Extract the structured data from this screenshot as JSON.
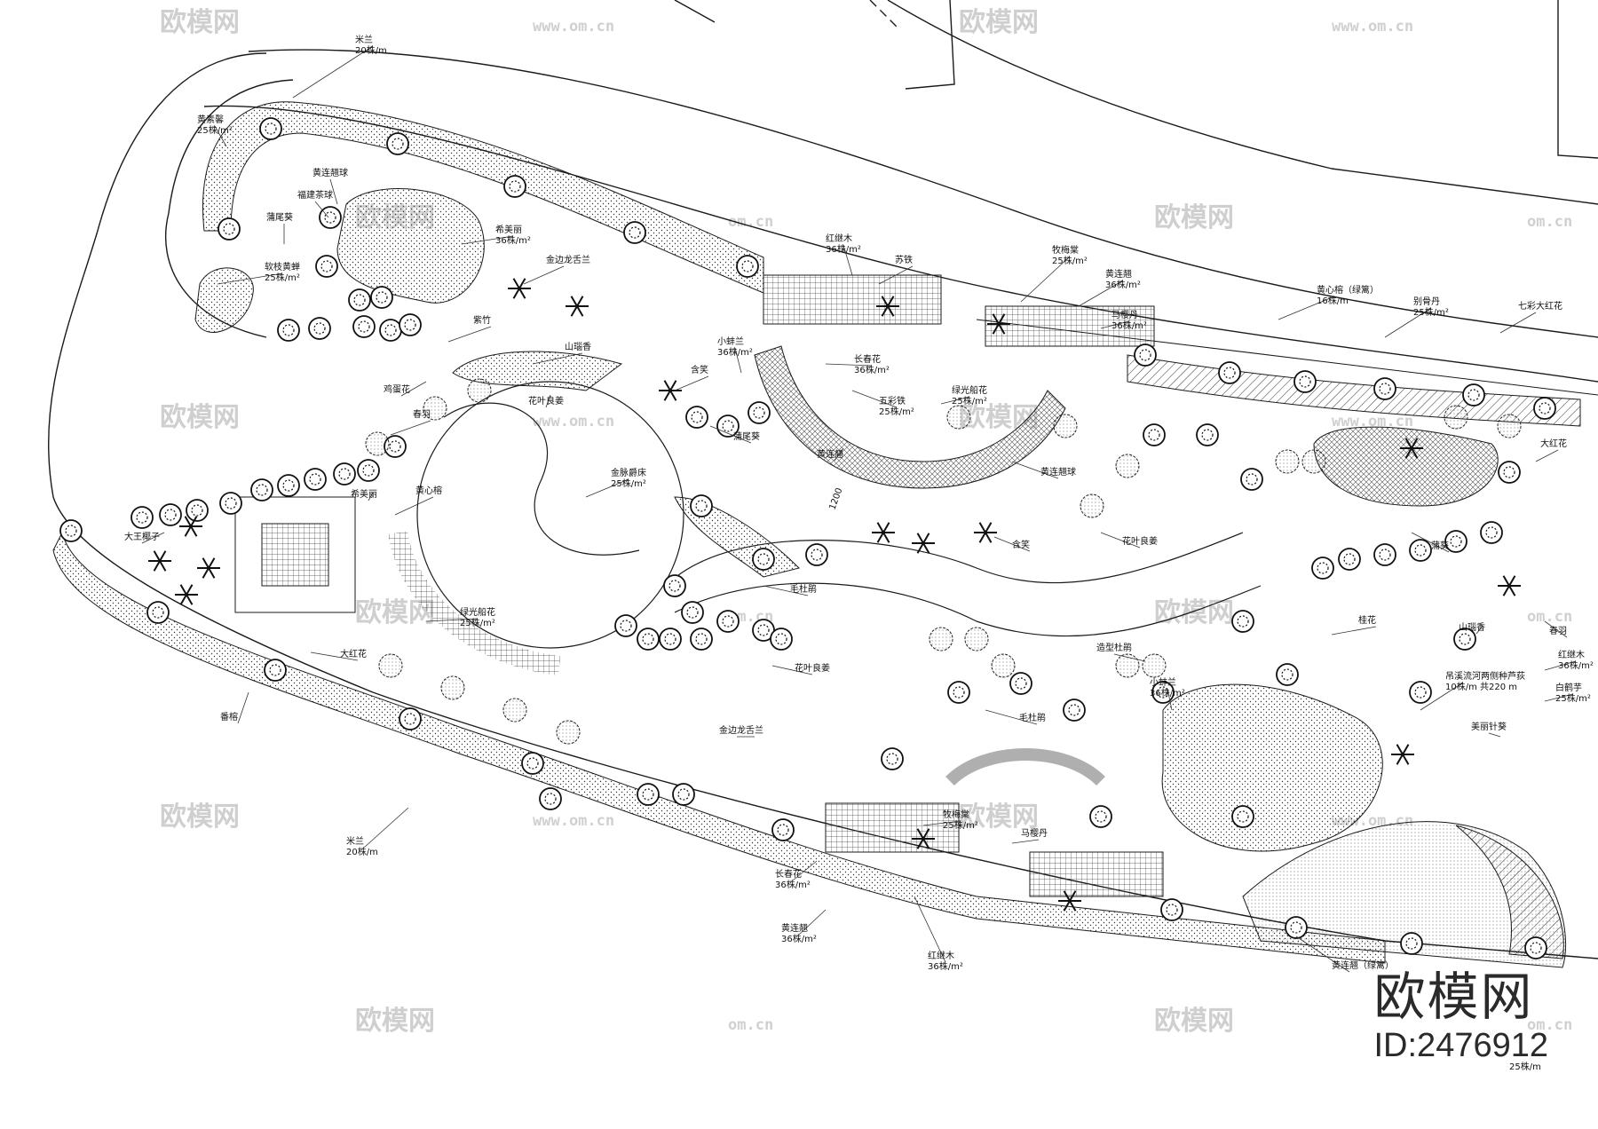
{
  "labels": [
    {
      "id": "milan-top",
      "lines": [
        "米兰",
        "20株/m"
      ]
    },
    {
      "id": "huangsu-top",
      "lines": [
        "黄素馨",
        "25株/m²"
      ]
    },
    {
      "id": "huanglian-ball-top",
      "lines": [
        "黄连翘球"
      ]
    },
    {
      "id": "fujian-chaqiu",
      "lines": [
        "福建茶球"
      ]
    },
    {
      "id": "xiwei-kui-left",
      "lines": [
        "蒲尾葵"
      ]
    },
    {
      "id": "xilanli-top",
      "lines": [
        "希美丽",
        "36株/m²"
      ]
    },
    {
      "id": "ruanzhi-huangchan",
      "lines": [
        "软枝黄蝉",
        "25株/m²"
      ]
    },
    {
      "id": "jinbian-longshe-top",
      "lines": [
        "金边龙舌兰"
      ]
    },
    {
      "id": "hongjiyu-top",
      "lines": [
        "红继木",
        "36株/m²"
      ]
    },
    {
      "id": "sutie-top",
      "lines": [
        "苏铁"
      ]
    },
    {
      "id": "meiguihai-top",
      "lines": [
        "牧梅棠",
        "25株/m²"
      ]
    },
    {
      "id": "huanglianqiao-top",
      "lines": [
        "黄连翘",
        "36株/m²"
      ]
    },
    {
      "id": "maying-dan",
      "lines": [
        "马樱丹",
        "36株/m²"
      ]
    },
    {
      "id": "huangxin-rong-top",
      "lines": [
        "黄心榕（绿篱）",
        "16株/m"
      ]
    },
    {
      "id": "bieguo-dan",
      "lines": [
        "别骨丹",
        "25株/m²"
      ]
    },
    {
      "id": "qicai-dahonghua",
      "lines": [
        "七彩大红花"
      ]
    },
    {
      "id": "zizhu",
      "lines": [
        "紫竹"
      ]
    },
    {
      "id": "shanzhi-xiang",
      "lines": [
        "山瑙香"
      ]
    },
    {
      "id": "xiaobang-lan-top",
      "lines": [
        "小蚌兰",
        "36株/m²"
      ]
    },
    {
      "id": "hanxiao-top",
      "lines": [
        "含笑"
      ]
    },
    {
      "id": "changchun-hua-mid",
      "lines": [
        "长春花",
        "36株/m²"
      ]
    },
    {
      "id": "wucai-tie",
      "lines": [
        "五彩铁",
        "25株/m²"
      ]
    },
    {
      "id": "lvguang-chuanhua",
      "lines": [
        "绿光船花",
        "25株/m²"
      ]
    },
    {
      "id": "jidan-hua",
      "lines": [
        "鸡蛋花"
      ]
    },
    {
      "id": "huaye-liangjiang-top",
      "lines": [
        "花叶良姜"
      ]
    },
    {
      "id": "xiwei-kui-mid",
      "lines": [
        "蒲尾葵"
      ]
    },
    {
      "id": "huanglianqiao-mid",
      "lines": [
        "黄连翘"
      ]
    },
    {
      "id": "huanglian-ball-mid",
      "lines": [
        "黄连翘球"
      ]
    },
    {
      "id": "dahong-hua-right",
      "lines": [
        "大红花"
      ]
    },
    {
      "id": "chunyu",
      "lines": [
        "春羽"
      ]
    },
    {
      "id": "jinmai-juechuang",
      "lines": [
        "金脉爵床",
        "25株/m²"
      ]
    },
    {
      "id": "xilanli-left",
      "lines": [
        "希美丽"
      ]
    },
    {
      "id": "huangxin-rong-mid",
      "lines": [
        "黄心榕"
      ]
    },
    {
      "id": "dawang-yezi",
      "lines": [
        "大王椰子"
      ]
    },
    {
      "id": "lvguang-chuanhua-lower",
      "lines": [
        "绿光船花",
        "25株/m²"
      ]
    },
    {
      "id": "mao-dujuan-mid",
      "lines": [
        "毛杜鹃"
      ]
    },
    {
      "id": "hanxiao-mid",
      "lines": [
        "含笑"
      ]
    },
    {
      "id": "huaye-liangjiang-mid",
      "lines": [
        "花叶良姜"
      ]
    },
    {
      "id": "pu-kui",
      "lines": [
        "蒲葵"
      ]
    },
    {
      "id": "dahong-hua-left",
      "lines": [
        "大红花"
      ]
    },
    {
      "id": "huaye-liangjiang-lower",
      "lines": [
        "花叶良姜"
      ]
    },
    {
      "id": "gui-hua",
      "lines": [
        "桂花"
      ]
    },
    {
      "id": "shan-zhixiang-right",
      "lines": [
        "山瑙香"
      ]
    },
    {
      "id": "chunyu-right",
      "lines": [
        "春羽"
      ]
    },
    {
      "id": "hongjiyu-right",
      "lines": [
        "红继木",
        "36株/m²"
      ]
    },
    {
      "id": "baiye-zi",
      "lines": [
        "白鹤芋",
        "25株/m²"
      ]
    },
    {
      "id": "bamboo-note",
      "lines": [
        "吊溪流河两侧种芦荻",
        "10株/m 共220 m"
      ]
    },
    {
      "id": "meili-zhenkui",
      "lines": [
        "美丽针葵"
      ]
    },
    {
      "id": "zaoxing-dujuan",
      "lines": [
        "造型杜鹃"
      ]
    },
    {
      "id": "xiaobang-lan-lower",
      "lines": [
        "小蚌兰",
        "36株/m²"
      ]
    },
    {
      "id": "mao-dujuan-lower",
      "lines": [
        "毛杜鹃"
      ]
    },
    {
      "id": "jinbian-longshe-lower",
      "lines": [
        "金边龙舌兰"
      ]
    },
    {
      "id": "fan-rong",
      "lines": [
        "番榕"
      ]
    },
    {
      "id": "milan-bottom",
      "lines": [
        "米兰",
        "20株/m"
      ]
    },
    {
      "id": "meiguihai-bottom",
      "lines": [
        "牧梅棠",
        "25株/m²"
      ]
    },
    {
      "id": "maying-dan-bottom",
      "lines": [
        "马樱丹"
      ]
    },
    {
      "id": "changchun-hua-bottom",
      "lines": [
        "长春花",
        "36株/m²"
      ]
    },
    {
      "id": "huanglianqiao-bottom",
      "lines": [
        "黄连翘",
        "36株/m²"
      ]
    },
    {
      "id": "hongjiyu-bottom",
      "lines": [
        "红继木",
        "36株/m²"
      ]
    },
    {
      "id": "huanglianqiao-lvli",
      "lines": [
        "黄连翘（绿篱）"
      ]
    },
    {
      "id": "dimension",
      "lines": [
        "1200"
      ]
    }
  ],
  "watermark": {
    "text": "欧模网",
    "url": "www.om.cn",
    "url_short": "om.cn"
  },
  "brand": {
    "name": "欧模网",
    "id": "ID:2476912"
  },
  "bottom_cut_label": {
    "lines": [
      "25株/m"
    ]
  },
  "colors": {
    "line": "#1a1a1a",
    "watermark": "#cfcfcf"
  }
}
